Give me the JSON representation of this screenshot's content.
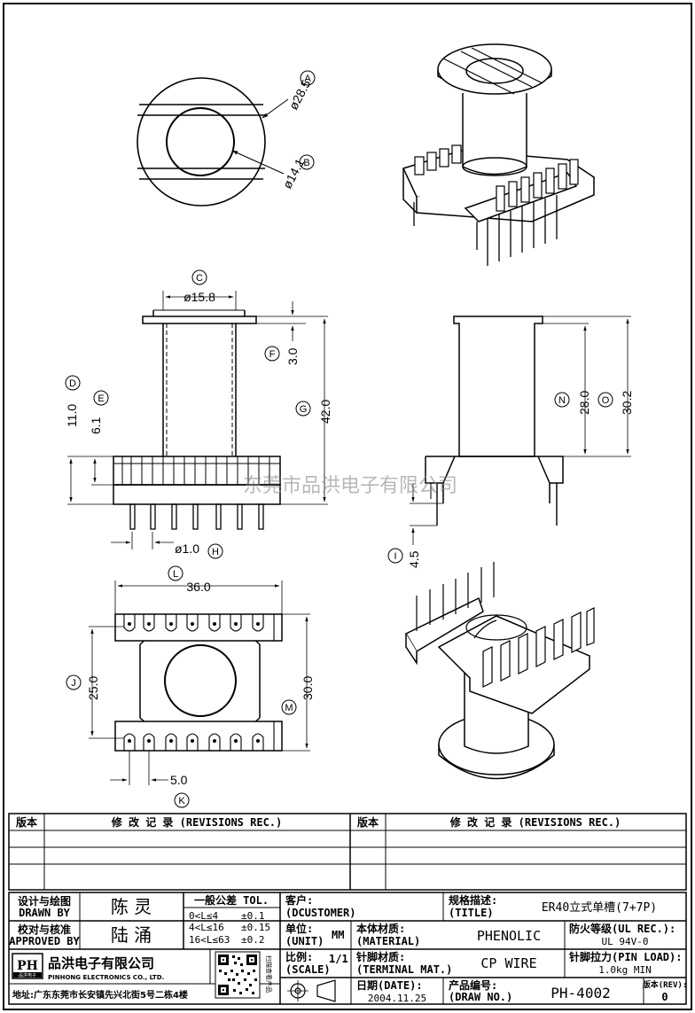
{
  "dimensions": {
    "A": {
      "label": "A",
      "value": "ø28.5"
    },
    "B": {
      "label": "B",
      "value": "ø14.1"
    },
    "C": {
      "label": "C",
      "value": "ø15.8"
    },
    "D": {
      "label": "D",
      "value": "11.0"
    },
    "E": {
      "label": "E",
      "value": "6.1"
    },
    "F": {
      "label": "F",
      "value": "3.0"
    },
    "G": {
      "label": "G",
      "value": "42.0"
    },
    "H": {
      "label": "H",
      "value": "ø1.0"
    },
    "I": {
      "label": "I",
      "value": "4.5"
    },
    "J": {
      "label": "J",
      "value": "25.0"
    },
    "K": {
      "label": "K",
      "value": "5.0"
    },
    "L": {
      "label": "L",
      "value": "36.0"
    },
    "M": {
      "label": "M",
      "value": "30.0"
    },
    "N": {
      "label": "N",
      "value": "28.0"
    },
    "O": {
      "label": "O",
      "value": "30.2"
    }
  },
  "watermark": "东莞市品洪电子有限公司",
  "revisions": {
    "col_version": "版本",
    "col_record": "修 改 记 录 (REVISIONS REC.)"
  },
  "titleblock": {
    "designer_label_cn": "设计与绘图",
    "designer_label_en": "DRAWN BY",
    "designer": "陈 灵",
    "approver_label_cn": "校对与核准",
    "approver_label_en": "APPROVED BY",
    "approver": "陆 涌",
    "tol_title": "一般公差 TOL.",
    "tol_rows": [
      {
        "range": "0<L≤4",
        "tol": "±0.1"
      },
      {
        "range": "4<L≤16",
        "tol": "±0.15"
      },
      {
        "range": "16<L≤63",
        "tol": "±0.2"
      }
    ],
    "customer_label_cn": "客户:",
    "customer_label_en": "(DCUSTOMER)",
    "spec_label_cn": "规格描述:",
    "spec_label_en": "(TITLE)",
    "spec_value": "ER40立式单槽(7+7P)",
    "unit_label_cn": "单位:",
    "unit_label_en": "(UNIT)",
    "unit_value": "MM",
    "material_label_cn": "本体材质:",
    "material_label_en": "(MATERIAL)",
    "material_value": "PHENOLIC",
    "flame_label": "防火等级(UL REC.):",
    "flame_value": "UL 94V-0",
    "scale_label_cn": "比例:",
    "scale_label_en": "(SCALE)",
    "scale_value": "1/1",
    "terminal_label_cn": "针脚材质:",
    "terminal_label_en": "(TERMINAL MAT.)",
    "terminal_value": "CP WIRE",
    "pinload_label": "针脚拉力(PIN LOAD):",
    "pinload_value": "1.0kg MIN",
    "date_label_cn": "日期(DATE):",
    "date_value": "2004.11.25",
    "drawno_label_cn": "产品编号:",
    "drawno_label_en": "(DRAW NO.)",
    "drawno_value": "PH-4002",
    "rev_label": "版本(REV):",
    "rev_value": "0",
    "company_logo": "PH",
    "company_logo_sub": "品洪电子",
    "company_cn": "品洪电子有限公司",
    "company_en": "PINHONG ELECTRONICS CO., LTD.",
    "address": "地址:广东东莞市长安镇先兴北街5号二栋4楼",
    "qr_side_text": "扫描查看产品"
  }
}
